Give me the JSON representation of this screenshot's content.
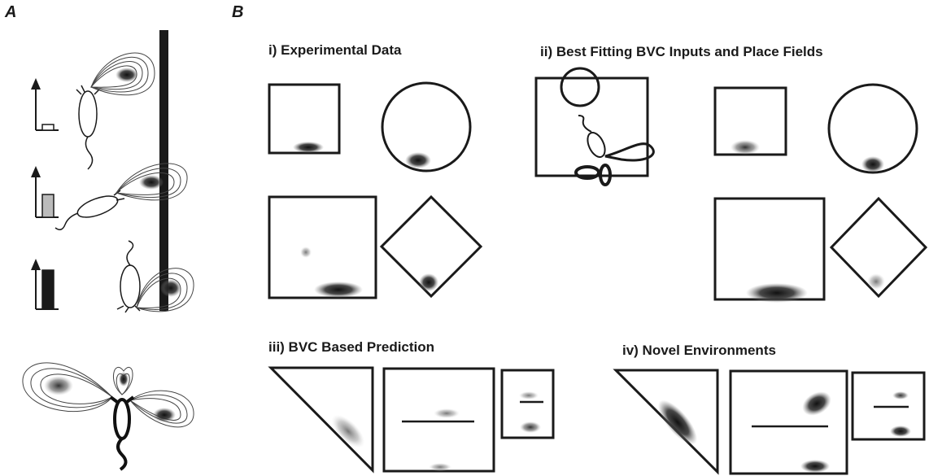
{
  "panels": {
    "a": {
      "letter": "A"
    },
    "b": {
      "letter": "B"
    }
  },
  "sections": {
    "experimental": "i) Experimental Data",
    "best_fitting": "ii) Best Fitting BVC Inputs and Place Fields",
    "prediction": "iii) BVC Based Prediction",
    "novel": "iv) Novel Environments"
  },
  "colors": {
    "ink": "#1a1a1a",
    "field_dark": "#111111",
    "field_mid": "#555555",
    "field_light": "#9a9a9a",
    "bar_light": "#bbbbbb",
    "bar_dark": "#1a1a1a"
  },
  "bar_levels": [
    0.15,
    0.55,
    0.95
  ]
}
